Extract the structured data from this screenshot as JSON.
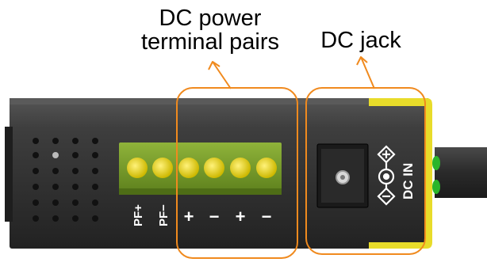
{
  "callouts": {
    "terminals_line1": "DC power",
    "terminals_line2": "terminal pairs",
    "jack": "DC jack"
  },
  "terminal_block": {
    "labels": [
      "PF+",
      "PF−",
      "+",
      "−",
      "+",
      "−"
    ]
  },
  "jack_panel": {
    "label": "DC IN"
  },
  "colors": {
    "callout_outline": "#f08a1e",
    "chassis": "#3a3a3a",
    "terminal_block": "#6b8e23",
    "terminal_screw": "#e6d21a",
    "led": "#2bb52b",
    "yellow_edge": "#e8dc2a"
  }
}
